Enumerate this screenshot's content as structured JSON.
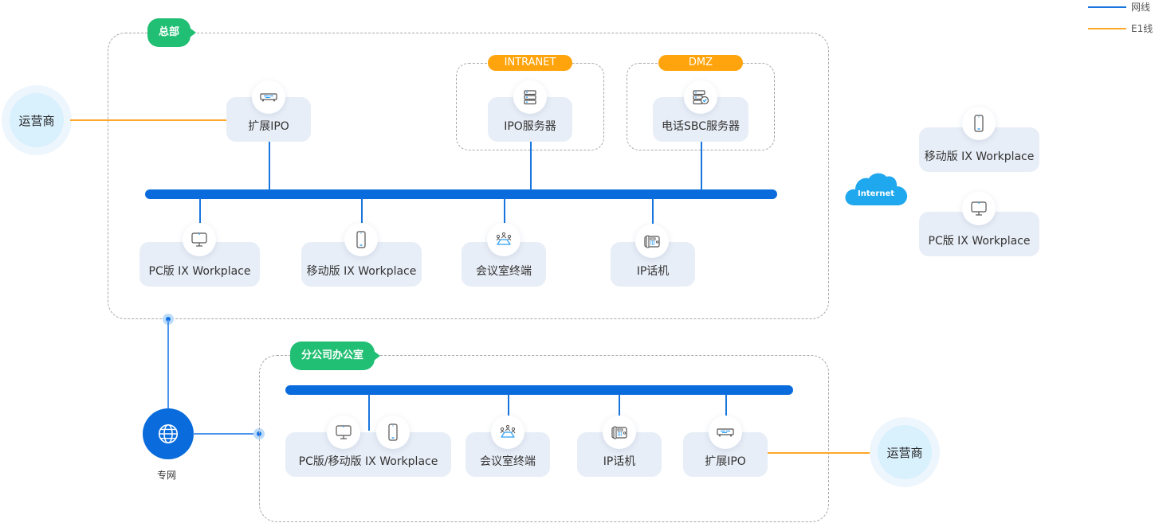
{
  "legend": {
    "items": [
      {
        "label": "网线",
        "color": "#1976e0"
      },
      {
        "label": "E1线",
        "color": "#ffa726"
      }
    ]
  },
  "colors": {
    "bus": "#0a6cdc",
    "zone_tag_green": "#21bf73",
    "zone_tag_orange": "#ffa40c",
    "card_bg": "#e8eef7",
    "internet_cloud": "#1fa8ee"
  },
  "hq": {
    "tag": "总部",
    "intranet_tag": "INTRANET",
    "dmz_tag": "DMZ",
    "top_devices": [
      {
        "label": "扩展IPO",
        "icon": "gateway-icon"
      },
      {
        "label": "IPO服务器",
        "icon": "server-icon"
      },
      {
        "label": "电话SBC服务器",
        "icon": "secure-server-icon"
      }
    ],
    "bottom_devices": [
      {
        "label": "PC版 IX Workplace",
        "icon": "monitor-icon"
      },
      {
        "label": "移动版 IX Workplace",
        "icon": "mobile-icon"
      },
      {
        "label": "会议室终端",
        "icon": "conference-icon"
      },
      {
        "label": "IP话机",
        "icon": "desk-phone-icon"
      }
    ]
  },
  "carrier_left": {
    "label": "运营商"
  },
  "carrier_right": {
    "label": "运营商"
  },
  "internet": {
    "label": "Internet",
    "devices": [
      {
        "label": "移动版 IX Workplace",
        "icon": "mobile-icon"
      },
      {
        "label": "PC版 IX Workplace",
        "icon": "monitor-icon"
      }
    ]
  },
  "private_network": {
    "label": "专网"
  },
  "branch": {
    "tag": "分公司办公室",
    "devices": [
      {
        "label": "PC版/移动版 IX  Workplace",
        "icon": "monitor-icon"
      },
      {
        "label": "会议室终端",
        "icon": "conference-icon"
      },
      {
        "label": "IP话机",
        "icon": "desk-phone-icon"
      },
      {
        "label": "扩展IPO",
        "icon": "gateway-icon"
      }
    ]
  }
}
